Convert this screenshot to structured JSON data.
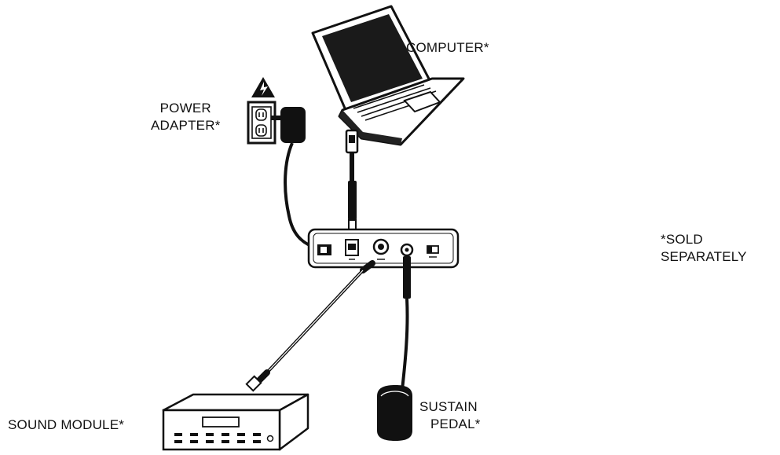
{
  "labels": {
    "computer": "COMPUTER*",
    "power_adapter": [
      "POWER",
      "ADAPTER*"
    ],
    "sold_separately": [
      "*SOLD",
      "SEPARATELY"
    ],
    "sound_module": "SOUND MODULE*",
    "sustain_pedal": [
      "SUSTAIN",
      "PEDAL*"
    ]
  },
  "colors": {
    "ink": "#111111",
    "paper": "#ffffff",
    "grey": "#555555"
  }
}
